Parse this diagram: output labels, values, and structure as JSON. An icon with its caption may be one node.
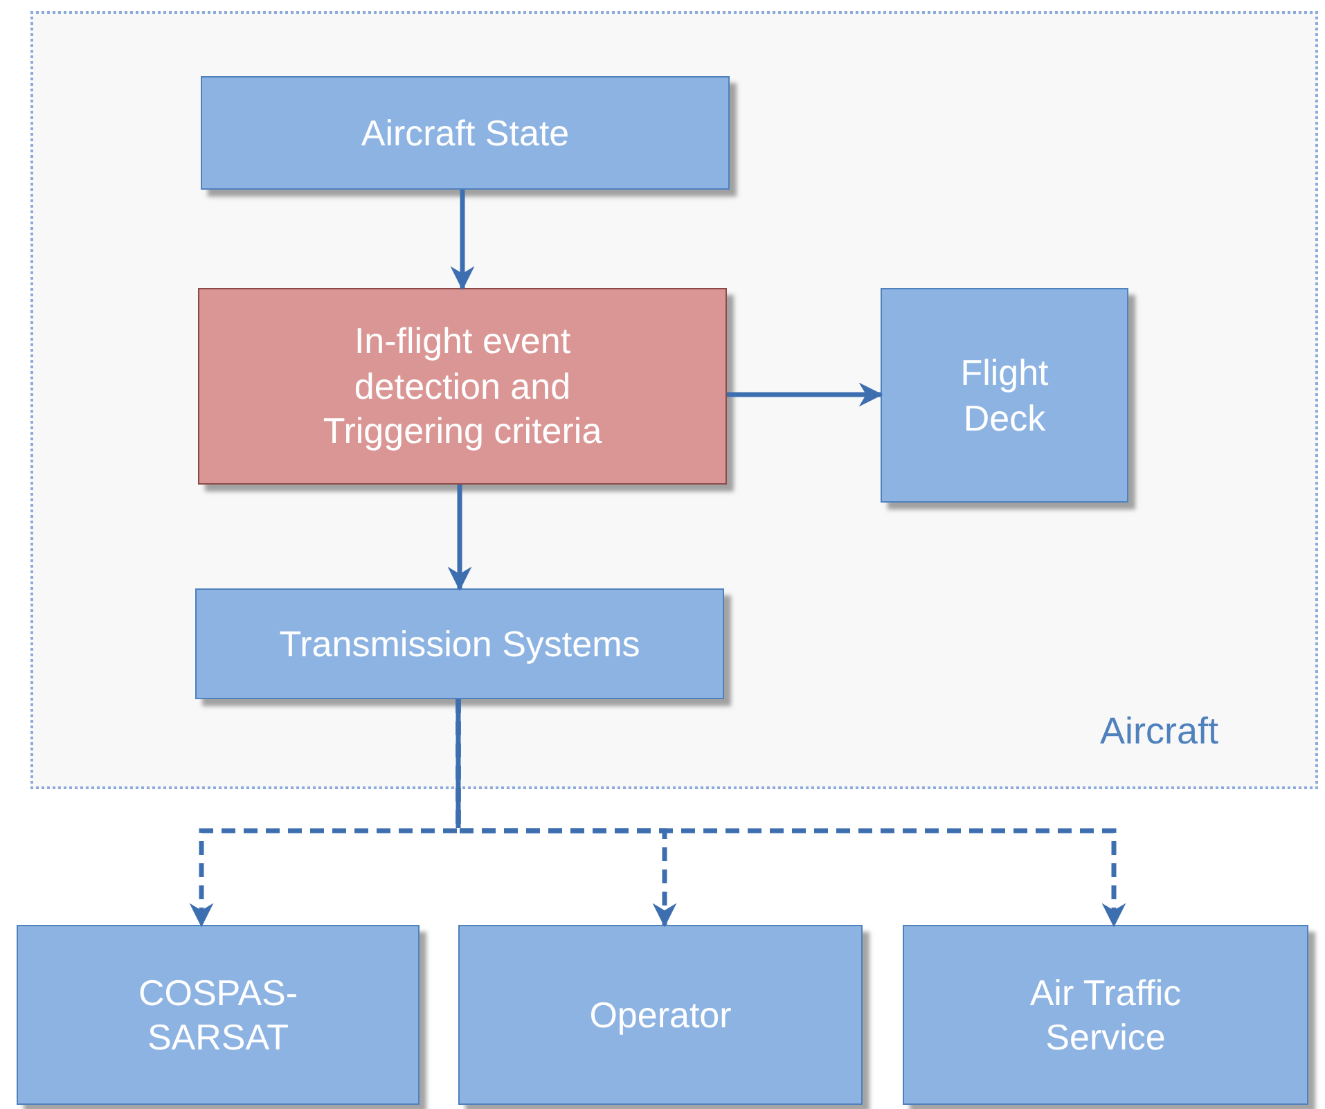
{
  "diagram": {
    "nodes": [
      {
        "text": [
          "Aircraft"
        ]
      },
      {
        "text": [
          "Aircraft State"
        ],
        "in": 0
      },
      {
        "text": [
          "In-flight event detection and Triggering criteria"
        ],
        "in": 0
      },
      {
        "text": [
          "Flight Deck"
        ],
        "in": 0
      },
      {
        "text": [
          "Transmission Systems"
        ],
        "in": 0
      },
      {
        "text": [
          "COSPAS-SARSAT"
        ]
      },
      {
        "text": [
          "Operator"
        ]
      },
      {
        "text": [
          "Air Traffic Service"
        ]
      }
    ],
    "edges": [
      {
        "from": 1,
        "to": 2,
        "arrow": "to"
      },
      {
        "from": 2,
        "to": 3,
        "arrow": "to"
      },
      {
        "from": 2,
        "to": 4,
        "arrow": "to"
      },
      {
        "from": 4,
        "to": 5,
        "arrow": "to",
        "style": "dashed"
      },
      {
        "from": 4,
        "to": 6,
        "arrow": "to",
        "style": "dashed"
      },
      {
        "from": 4,
        "to": 7,
        "arrow": "to",
        "style": "dashed"
      }
    ]
  }
}
